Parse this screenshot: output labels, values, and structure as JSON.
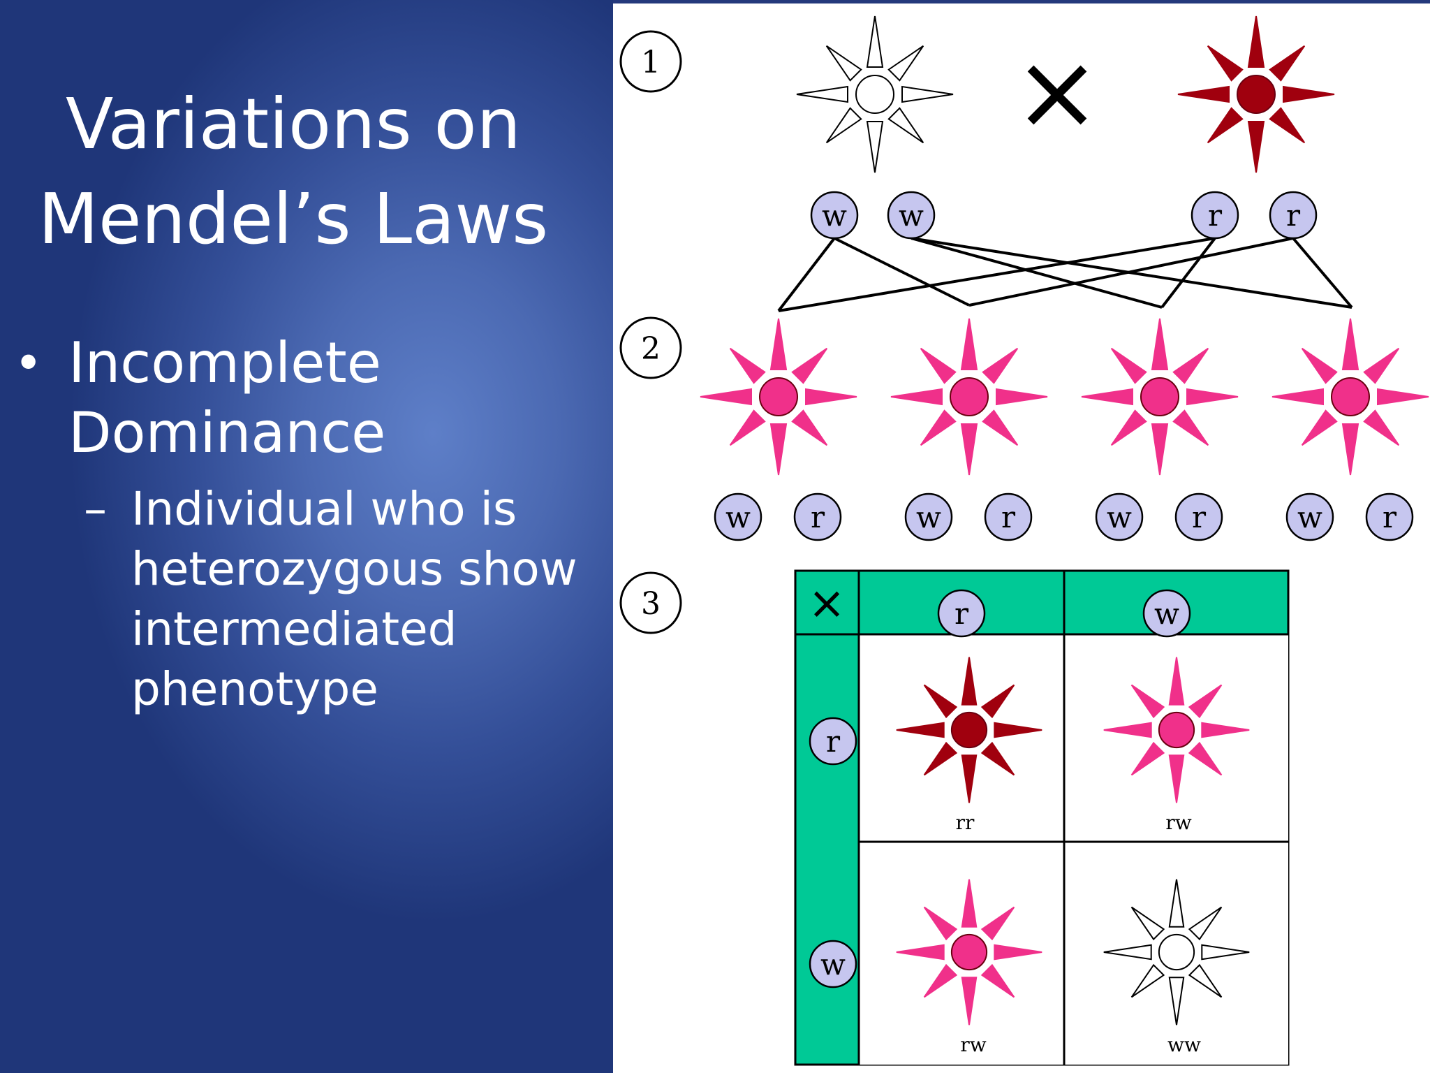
{
  "slide": {
    "title_lines": [
      "Variations on",
      "Mendel’s Laws"
    ],
    "bullet": {
      "marker": "•",
      "lines": [
        "Incomplete",
        "Dominance"
      ]
    },
    "sub_bullet": {
      "marker": "–",
      "lines": [
        "Individual who is",
        "heterozygous show",
        "intermediated",
        "phenotype"
      ]
    }
  },
  "figure": {
    "step_numbers": [
      "1",
      "2",
      "3"
    ],
    "cross_symbol": "×",
    "alleles": {
      "white": "w",
      "red": "r"
    },
    "punnett": {
      "corner": "×",
      "column_alleles": [
        "r",
        "w"
      ],
      "row_alleles": [
        "r",
        "w"
      ],
      "cell_genotypes": [
        [
          "rr",
          "rw"
        ],
        [
          "rw",
          "ww"
        ]
      ]
    },
    "colors": {
      "red_flower": "#a0000e",
      "pink_flower": "#f0308a",
      "white_flower": "#ffffff",
      "allele_circle": "#c6c6ef",
      "punnett_header": "#00c996"
    }
  }
}
